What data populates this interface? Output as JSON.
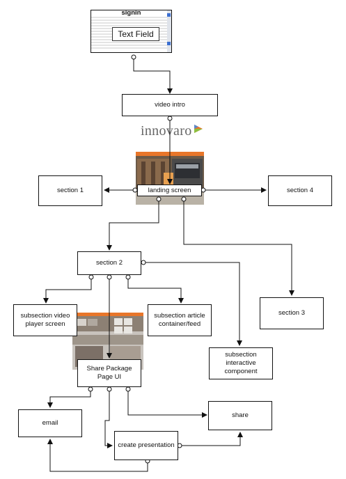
{
  "signin": {
    "title": "signin",
    "field_label": "Text Field"
  },
  "logo": {
    "text": "innovaro"
  },
  "nodes": {
    "video_intro": "video intro",
    "landing_screen": "landing screen",
    "section_1": "section 1",
    "section_4": "section 4",
    "section_2": "section 2",
    "section_3": "section 3",
    "subsection_video": "subsection video player screen",
    "subsection_article": "subsection article container/feed",
    "subsection_interactive": "subsection interactive component",
    "share_package": "Share Package Page UI",
    "email": "email",
    "share": "share",
    "create_presentation": "create presentation"
  },
  "colors": {
    "line": "#111111",
    "accent_orange": "#e8762a",
    "blue_handle": "#3b6fd1"
  }
}
